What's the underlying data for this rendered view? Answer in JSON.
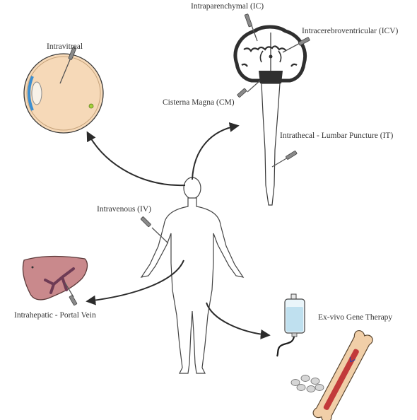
{
  "labels": {
    "intravitreal": "Intravitreal",
    "intraparenchymal": "Intraparenchymal (IC)",
    "intracerebroventricular": "Intracerebroventricular (ICV)",
    "cisterna_magna": "Cisterna Magna (CM)",
    "intrathecal": "Intrathecal - Lumbar Puncture (IT)",
    "intravenous": "Intravenous (IV)",
    "intrahepatic": "Intrahepatic - Portal Vein",
    "ex_vivo": "Ex-vivo Gene Therapy"
  },
  "colors": {
    "outline": "#3a3a3a",
    "arrow": "#2b2b2b",
    "eye_iris": "#3d8fd0",
    "eye_body": "#f6d9b8",
    "liver": "#c9898c",
    "liver_vessels": "#6e3b55",
    "iv_bag": "#bfe0ef",
    "bone": "#f1cfa8",
    "marrow": "#c23a3a",
    "cells": "#9a9a9a"
  }
}
